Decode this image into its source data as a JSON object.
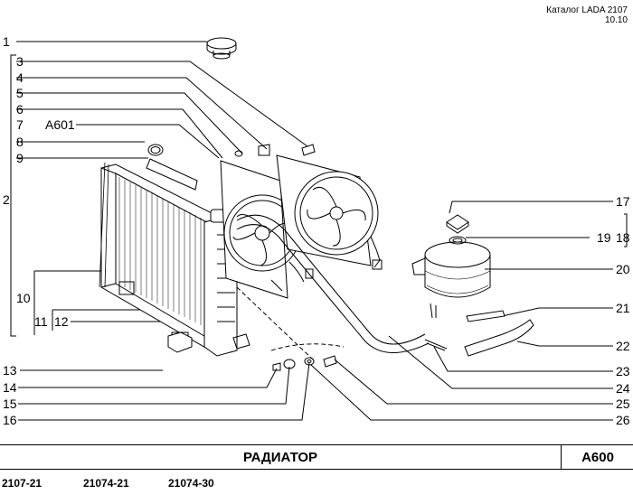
{
  "header": {
    "catalog": "Каталог LADA 2107",
    "date": "10.10"
  },
  "title_bar": {
    "title": "РАДИАТОР",
    "code": "A600"
  },
  "models": [
    "2107-21",
    "21074-21",
    "21074-30"
  ],
  "callouts": {
    "n1": "1",
    "n2": "2",
    "n3": "3",
    "n4": "4",
    "n5": "5",
    "n6": "6",
    "n7": "7",
    "n7ref": "A601",
    "n8": "8",
    "n9": "9",
    "n10": "10",
    "n11": "11",
    "n12": "12",
    "n13": "13",
    "n14": "14",
    "n15": "15",
    "n16": "16",
    "n17": "17",
    "n18": "18",
    "n19": "19",
    "n20": "20",
    "n21": "21",
    "n22": "22",
    "n23": "23",
    "n24": "24",
    "n25": "25",
    "n26": "26"
  }
}
